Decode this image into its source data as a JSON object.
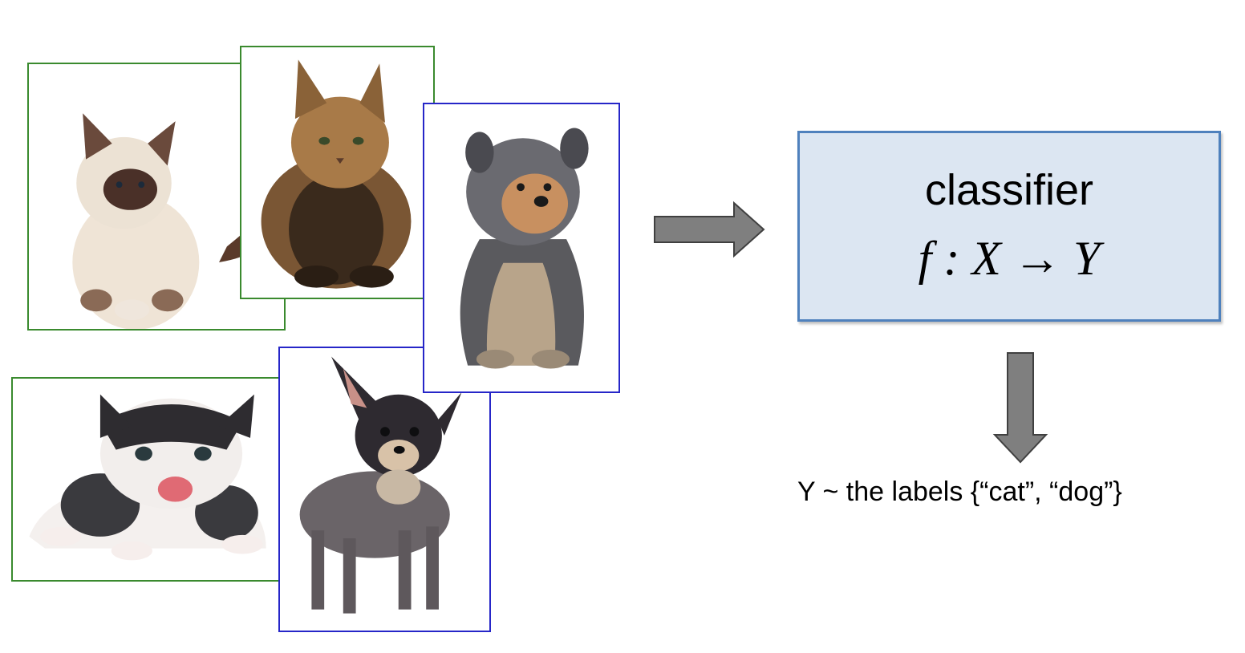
{
  "classifier": {
    "title": "classifier",
    "formula": "f : X → Y"
  },
  "labels_caption": "Y ~ the labels {“cat”, “dog”}",
  "images": [
    {
      "subject": "cat",
      "frame_color": "#3a8a2e"
    },
    {
      "subject": "cat",
      "frame_color": "#3a8a2e"
    },
    {
      "subject": "dog",
      "frame_color": "#2626c8"
    },
    {
      "subject": "cat",
      "frame_color": "#3a8a2e"
    },
    {
      "subject": "dog",
      "frame_color": "#2626c8"
    }
  ],
  "colors": {
    "cat_frame": "#3a8a2e",
    "dog_frame": "#2626c8",
    "classifier_fill": "#dce6f2",
    "classifier_border": "#4f81bd",
    "arrow_fill": "#7f7f7f"
  },
  "icons": {
    "right_arrow": "right-arrow-icon",
    "down_arrow": "down-arrow-icon"
  }
}
